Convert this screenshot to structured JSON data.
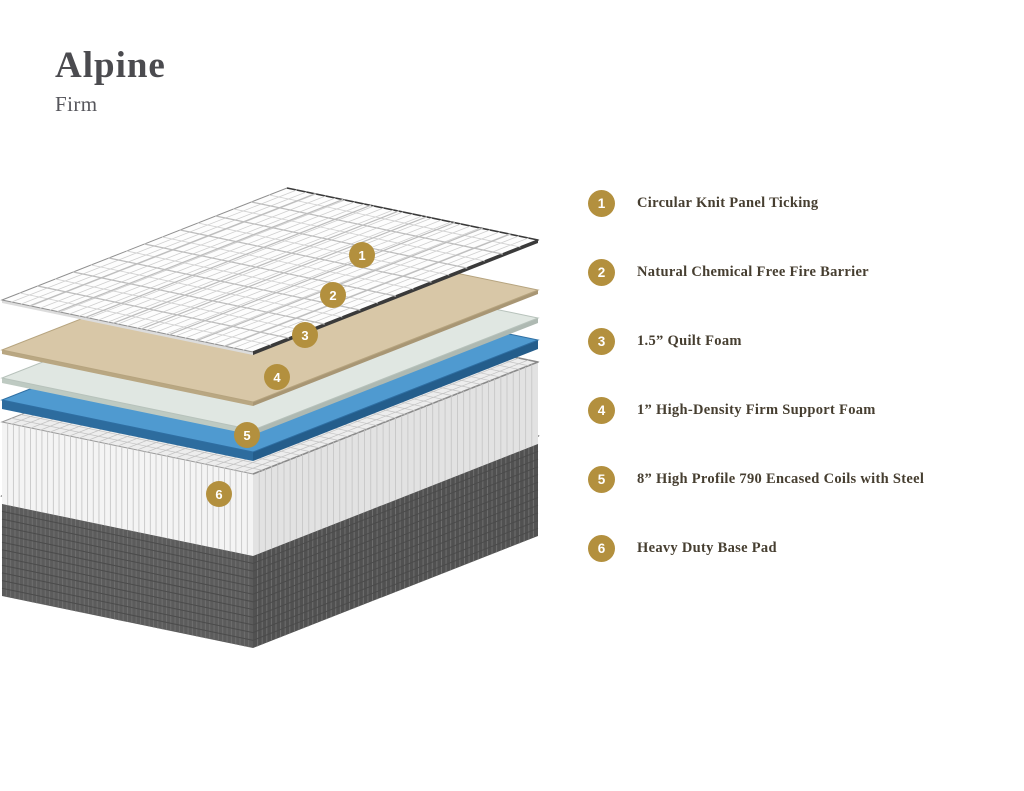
{
  "product": {
    "title": "Alpine",
    "firmness": "Firm"
  },
  "colors": {
    "accent_gold": "#b3903e",
    "label_text": "#463e30",
    "layer_ticking": "#fdfdfd",
    "layer_fire_barrier": "#d8c7a7",
    "layer_quilt_foam": "#e0e7e2",
    "layer_support_foam": "#4f9ad0",
    "layer_coils": "#ededed",
    "layer_base": "#222222"
  },
  "legend": {
    "items": [
      {
        "number": "1",
        "label": "Circular Knit Panel Ticking"
      },
      {
        "number": "2",
        "label": "Natural Chemical Free Fire Barrier"
      },
      {
        "number": "3",
        "label": "1.5” Quilt Foam"
      },
      {
        "number": "4",
        "label": "1” High-Density Firm Support Foam"
      },
      {
        "number": "5",
        "label": "8” High Profile 790 Encased Coils with Steel"
      },
      {
        "number": "6",
        "label": "Heavy Duty Base Pad"
      }
    ]
  }
}
